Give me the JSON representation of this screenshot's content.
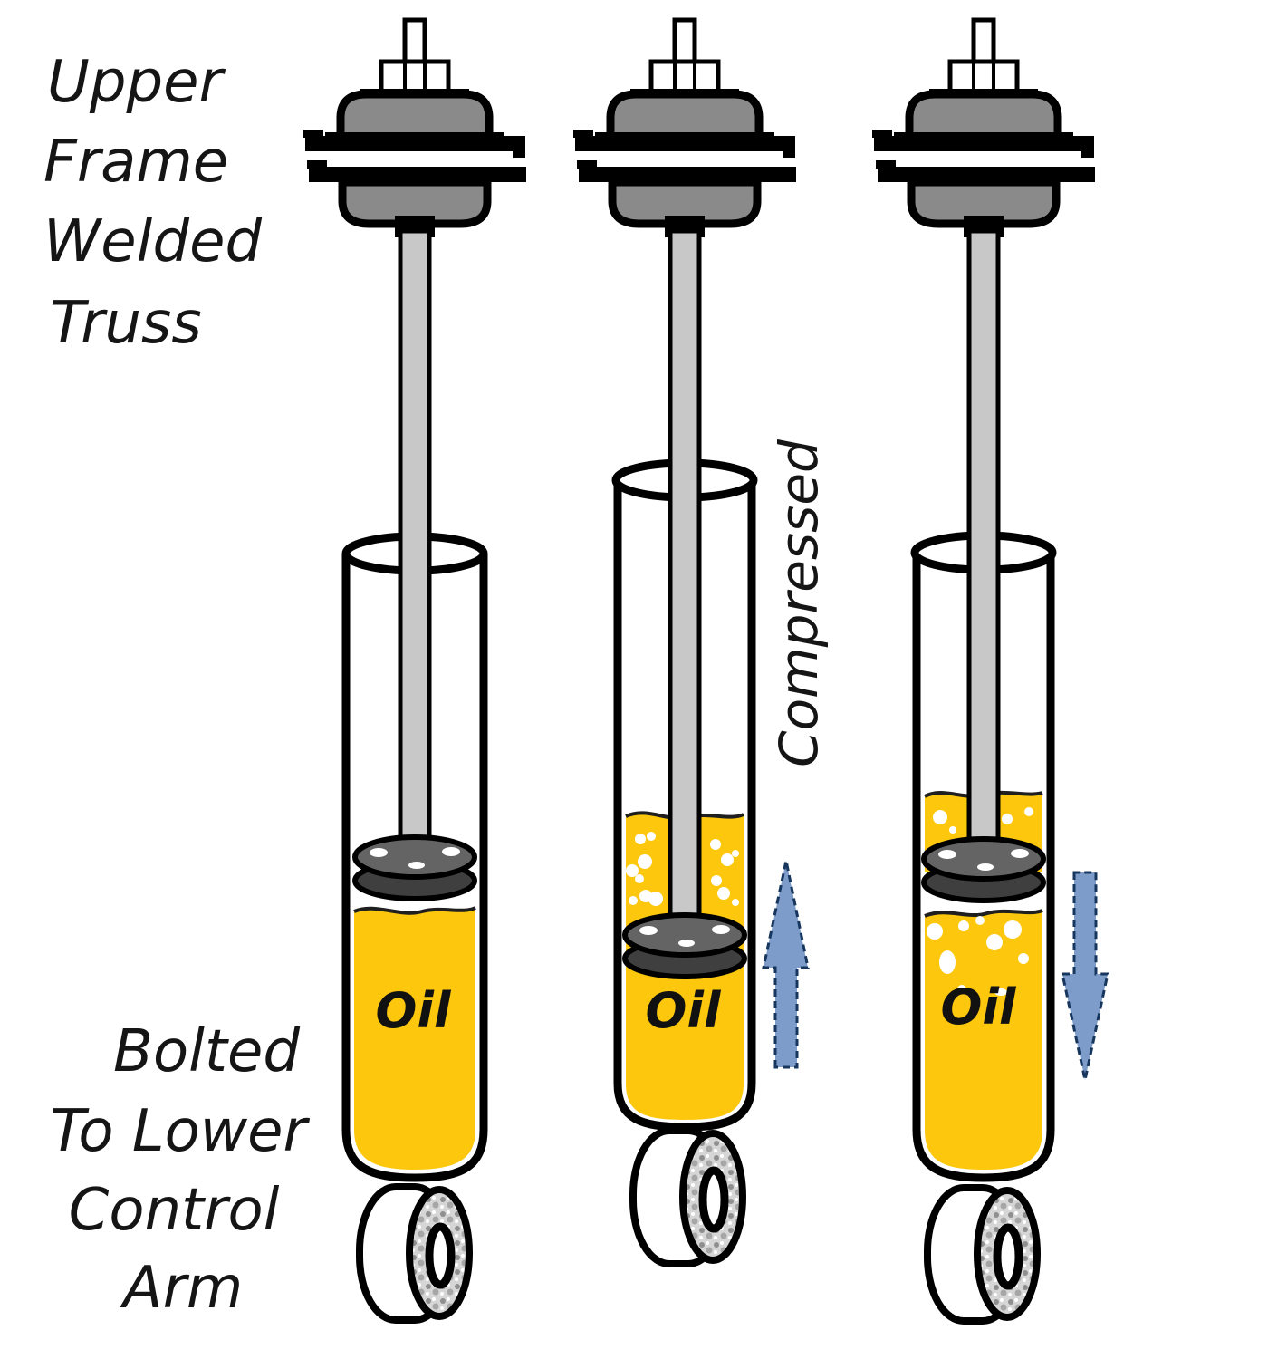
{
  "labels": {
    "upper_mount_lines": [
      "Upper",
      "Frame",
      "Welded",
      "Truss"
    ],
    "lower_mount_lines": [
      "Bolted",
      "To Lower",
      "Control",
      "Arm"
    ],
    "compressed": "Compressed",
    "oil": "Oil"
  },
  "colors": {
    "oil": "#FDC70D",
    "arrow_fill": "#7E9CC9",
    "arrow_outline": "#17365D",
    "bushing": "#8a8a8a",
    "rod": "#c8c8c8",
    "piston": "#646464",
    "piston_rim": "#3f3f3f"
  }
}
